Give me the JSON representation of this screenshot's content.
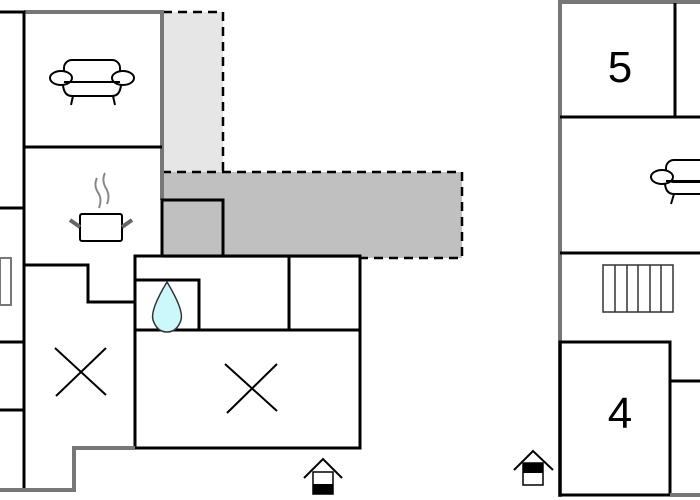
{
  "plan": {
    "rooms": [
      {
        "id": "room-5",
        "label": "5"
      },
      {
        "id": "room-4",
        "label": "4"
      }
    ],
    "icons": [
      "sofa-icon",
      "cooking-pot-icon",
      "water-drop-icon",
      "bedroom-x-icon",
      "stairs-icon",
      "entrance-icon"
    ],
    "colors": {
      "wall": "#000000",
      "outer_wall": "#777777",
      "terrace_light": "#e6e6e6",
      "terrace_dark": "#c0c0c0",
      "water": "#ccf8fc"
    }
  }
}
